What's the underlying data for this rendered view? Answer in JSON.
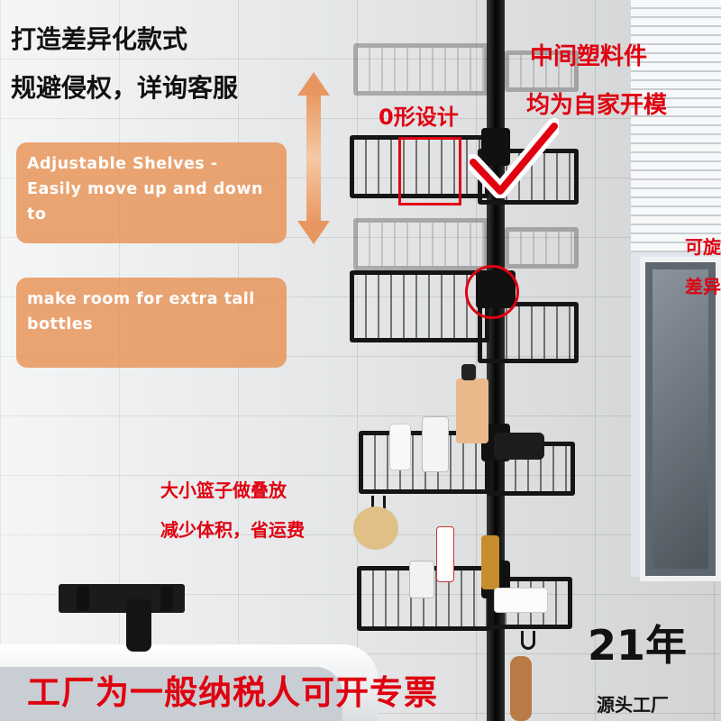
{
  "overlay_text": {
    "top_line_1": "打造差异化款式",
    "top_line_2": "规避侵权，详询客服",
    "o_design": "0形设计",
    "plastic_line_1": "中间塑料件",
    "plastic_line_2": "均为自家开模",
    "side_line_1": "可旋",
    "side_line_2": "差异",
    "stack_line_1": "大小篮子做叠放",
    "stack_line_2": "减少体积，省运费",
    "tax_banner": "工厂为一般纳税人可开专票",
    "years": "21年",
    "factory": "源头工厂"
  },
  "banners": {
    "adjustable": "Adjustable Shelves - Easily move up and down to",
    "tall_bottles": "make room for extra tall bottles"
  },
  "colors": {
    "accent_red": "#e00010",
    "banner_orange": "#e89356",
    "rack_black": "#151515"
  }
}
